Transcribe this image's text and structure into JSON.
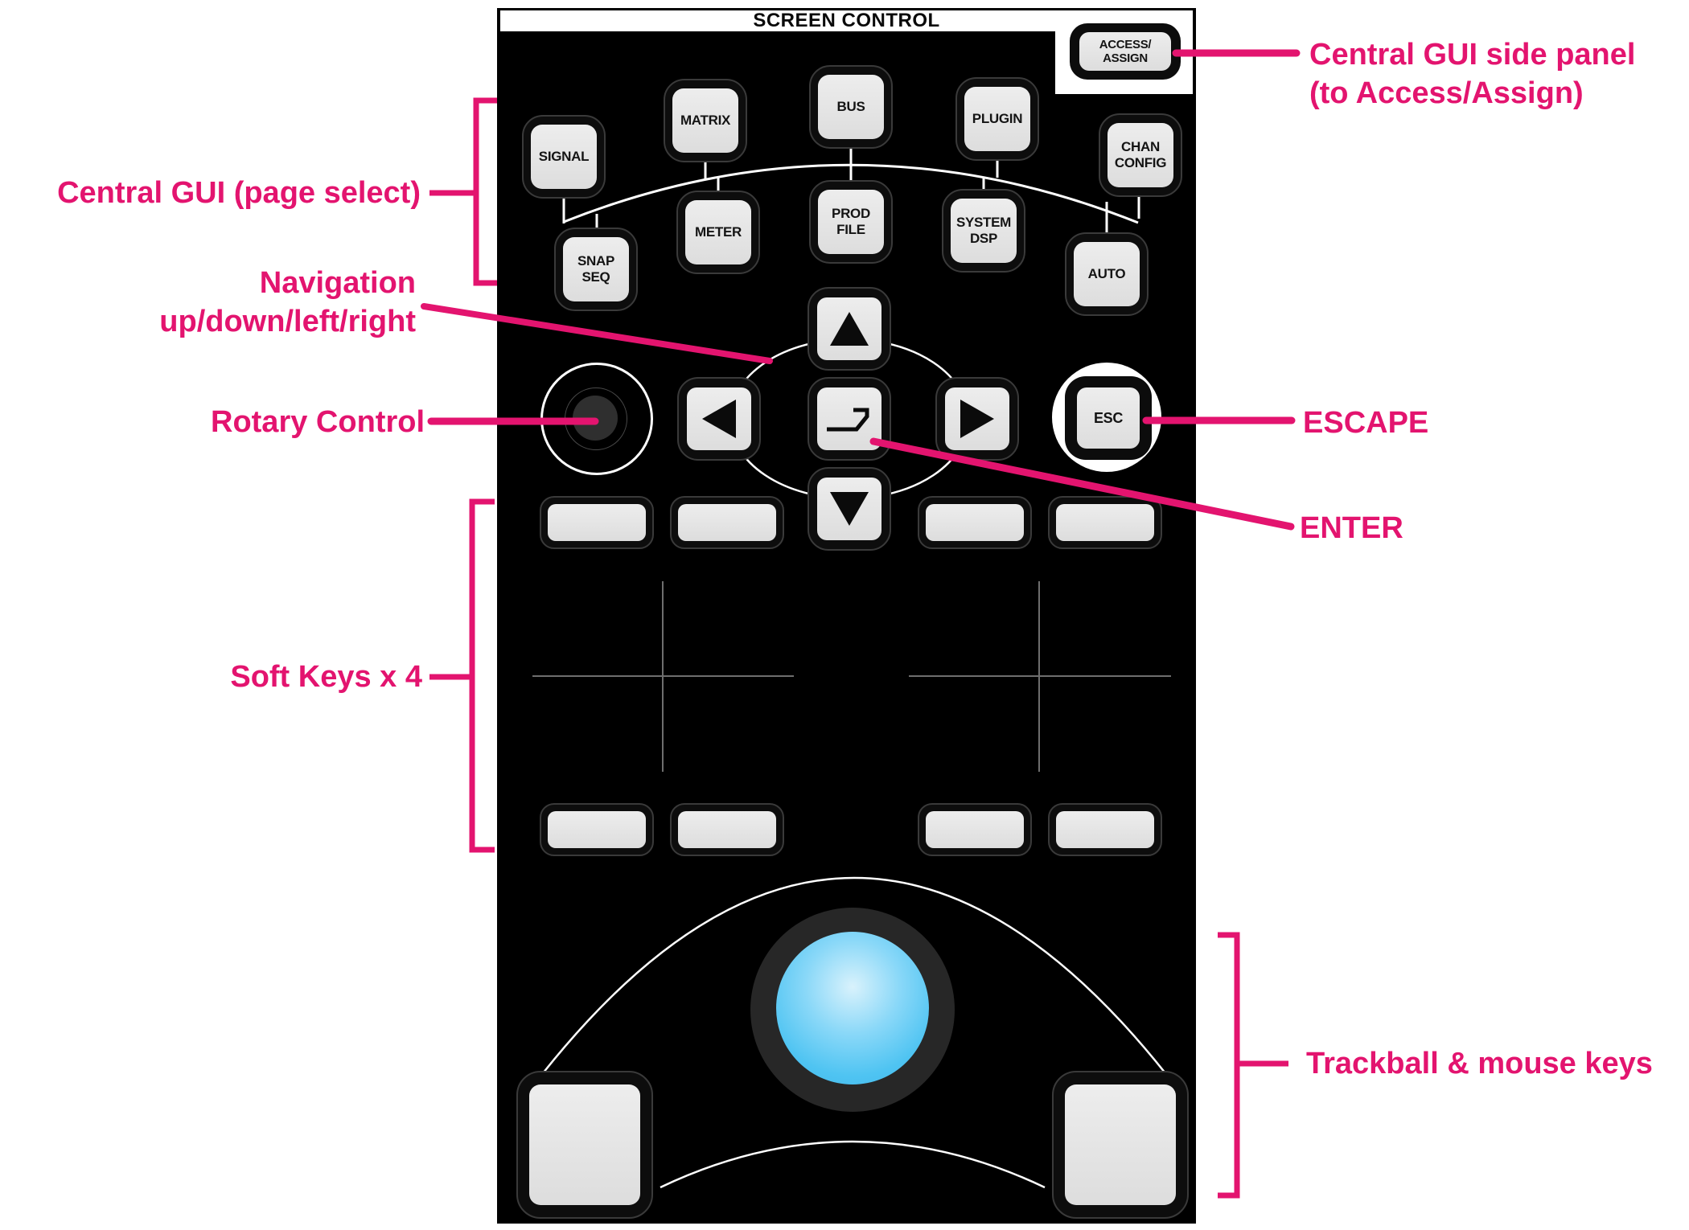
{
  "panel": {
    "title": "SCREEN CONTROL"
  },
  "colors": {
    "accent": "#e3146f",
    "panel_bg": "#000000",
    "key_fill": "#e4e4e4",
    "trackball_blue": "#4fc4f2",
    "line_white": "#ffffff"
  },
  "access": {
    "label": "ACCESS/\nASSIGN"
  },
  "page_select": {
    "buttons": [
      {
        "id": "signal",
        "label": "SIGNAL"
      },
      {
        "id": "matrix",
        "label": "MATRIX"
      },
      {
        "id": "bus",
        "label": "BUS"
      },
      {
        "id": "plugin",
        "label": "PLUGIN"
      },
      {
        "id": "chan-config",
        "label": "CHAN\nCONFIG"
      },
      {
        "id": "snap-seq",
        "label": "SNAP\nSEQ"
      },
      {
        "id": "meter",
        "label": "METER"
      },
      {
        "id": "prod-file",
        "label": "PROD\nFILE"
      },
      {
        "id": "system-dsp",
        "label": "SYSTEM\nDSP"
      },
      {
        "id": "auto",
        "label": "AUTO"
      }
    ]
  },
  "navigation": {
    "esc_label": "ESC"
  },
  "annotations": {
    "access_panel": {
      "line1": "Central GUI side panel",
      "line2": "(to Access/Assign)"
    },
    "page_select": {
      "label": "Central GUI (page select)"
    },
    "navigation": {
      "line1": "Navigation",
      "line2": "up/down/left/right"
    },
    "rotary": {
      "label": "Rotary Control"
    },
    "escape": {
      "label": "ESCAPE"
    },
    "enter": {
      "label": "ENTER"
    },
    "soft_keys": {
      "label": "Soft Keys x 4"
    },
    "trackball": {
      "label": "Trackball & mouse keys"
    }
  }
}
